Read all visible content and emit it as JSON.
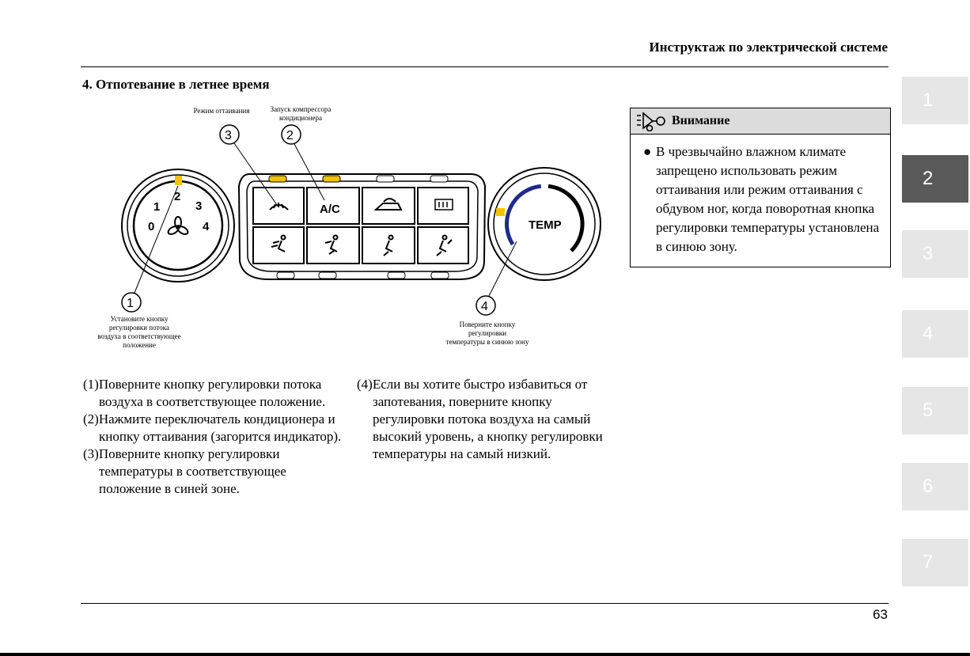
{
  "header": {
    "title": "Инструктаж по электрической системе"
  },
  "section": {
    "title": "4. Отпотевание в летнее время"
  },
  "figure": {
    "callouts": [
      {
        "number": "1",
        "label_lines": [
          "Установите кнопку",
          "регулировки потока",
          "воздуха в соответствующее",
          "положение"
        ]
      },
      {
        "number": "2",
        "label_lines": [
          "Запуск компрессора",
          "кондиционера"
        ]
      },
      {
        "number": "3",
        "label_lines": [
          "Режим оттаивания"
        ]
      },
      {
        "number": "4",
        "label_lines": [
          "Поверните кнопку",
          "регулировки",
          "температуры в синюю зону"
        ]
      }
    ],
    "fan_knob_labels": [
      "0",
      "1",
      "2",
      "3",
      "4"
    ],
    "ac_button_label": "A/C",
    "temp_knob_label": "TEMP"
  },
  "instructions_left": [
    "(1)Поверните кнопку регулировки потока воздуха в соответствующее положение.",
    "(2)Нажмите переключатель кондиционера и кнопку оттаивания (загорится индикатор).",
    "(3)Поверните кнопку регулировки температуры в соответствующее положение в синей зоне."
  ],
  "instructions_right": [
    "(4)Если вы хотите быстро избавиться от запотевания, поверните кнопку регулировки потока воздуха на самый высокий уровень, а кнопку регулировки температуры на самый низкий."
  ],
  "warning": {
    "icon": "warning-hand-icon",
    "title": "Внимание",
    "bullet": "●",
    "text": "В чрезвычайно влажном климате запрещено использовать режим оттаивания или режим оттаивания с обдувом ног, когда поворотная кнопка регулировки температуры установлена в синюю зону."
  },
  "chapter_tabs": [
    "1",
    "2",
    "3",
    "4",
    "5",
    "6",
    "7"
  ],
  "active_tab": "2",
  "page_number": "63",
  "colors": {
    "indicator": "#f2c200",
    "cold_zone": "#1e2a8c",
    "tab_active": "#595959",
    "tab_inactive": "#e6e6e6"
  }
}
